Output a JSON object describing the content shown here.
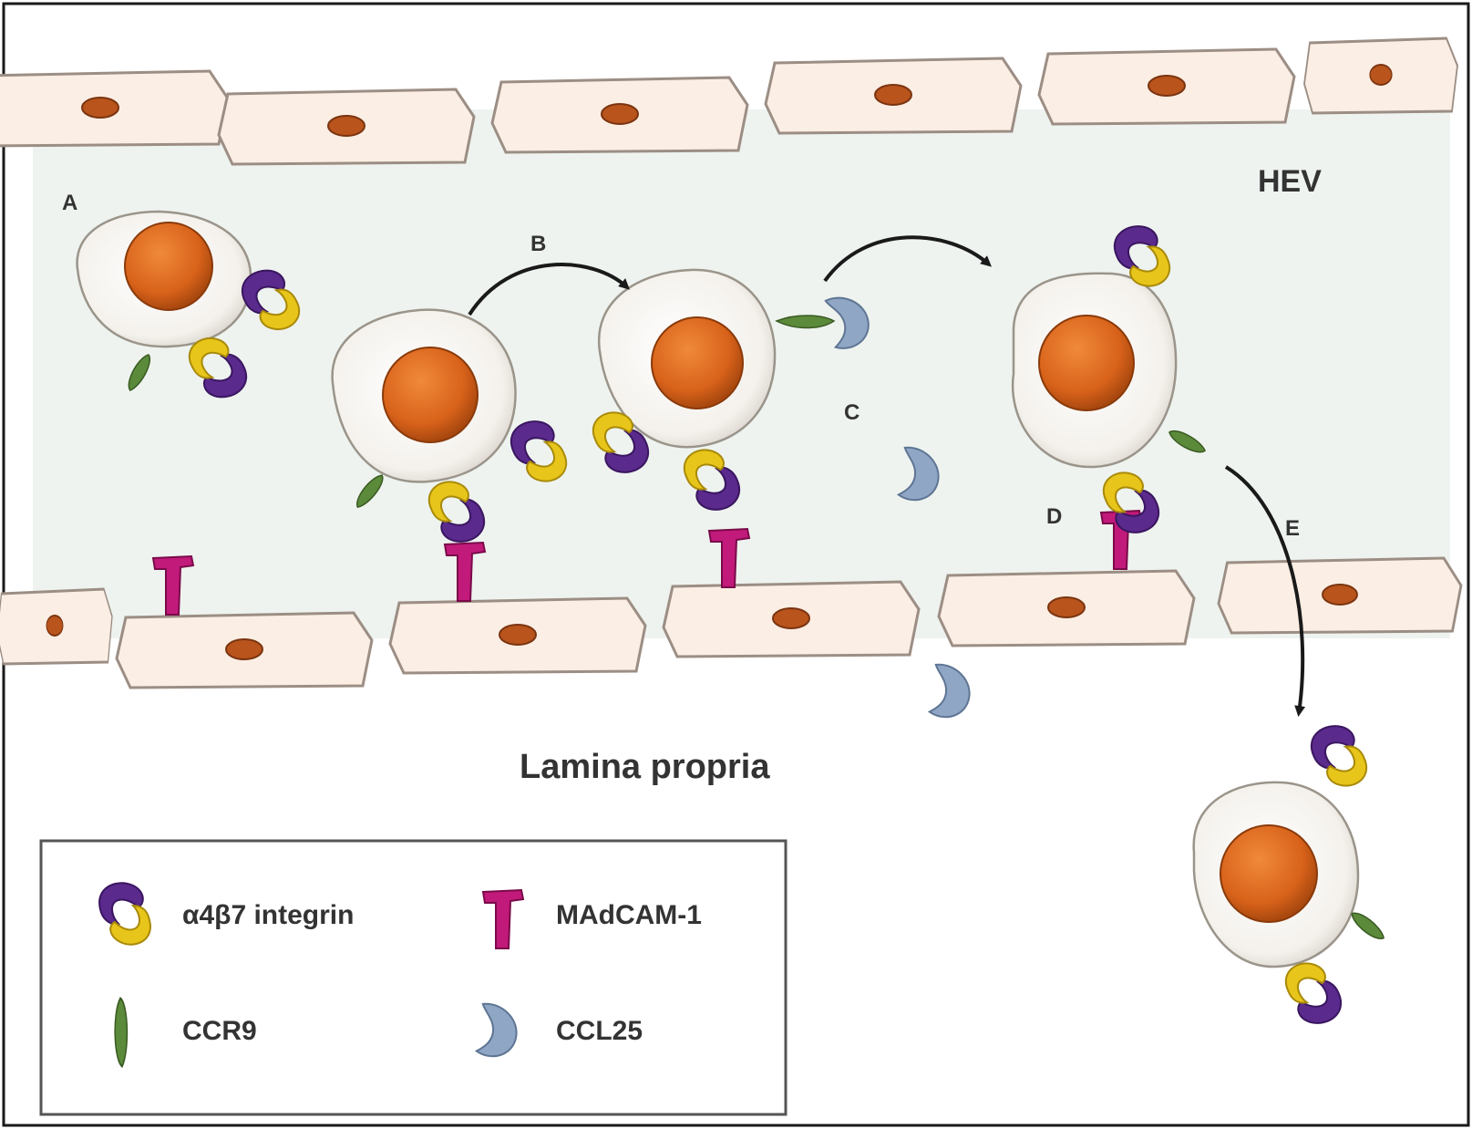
{
  "labels": {
    "region_vessel": "HEV",
    "region_tissue": "Lamina propria",
    "step_a": "A",
    "step_b": "B",
    "step_c": "C",
    "step_d": "D",
    "step_e": "E"
  },
  "legend": {
    "items": [
      {
        "icon": "integrin-icon",
        "label": "α4β7 integrin"
      },
      {
        "icon": "madcam1-icon",
        "label": "MAdCAM-1"
      },
      {
        "icon": "ccr9-icon",
        "label": "CCR9"
      },
      {
        "icon": "ccl25-icon",
        "label": "CCL25"
      }
    ]
  },
  "colors": {
    "background": "#ffffff",
    "vessel_lumen": "#eef3ef",
    "endothelial_cell": "#fbeee4",
    "cell_nucleus": "#b8541c",
    "lymphocyte_membrane": "#f4f1ec",
    "lymphocyte_nucleus": "#d8621a",
    "integrin_alpha": "#5a2a8c",
    "integrin_beta": "#e8c51a",
    "madcam1": "#c21a7a",
    "ccr9": "#5a8a3a",
    "ccl25": "#8fa6c4",
    "arrow": "#1a1a1a"
  }
}
